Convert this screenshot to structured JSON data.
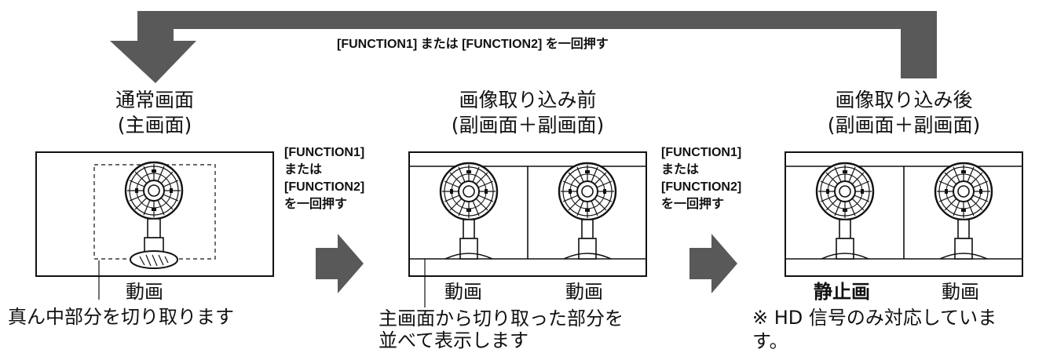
{
  "loop_label": "[FUNCTION1] または [FUNCTION2] を一回押す",
  "panels": [
    {
      "title_line1": "通常画面",
      "title_line2": "(主画面)",
      "video_label": "動画",
      "callout": "真ん中部分を切り取ります"
    },
    {
      "title_line1": "画像取り込み前",
      "title_line2": "(副画面＋副画面)",
      "left_label": "動画",
      "right_label": "動画",
      "callout_line1": "主画面から切り取った部分を",
      "callout_line2": "並べて表示します"
    },
    {
      "title_line1": "画像取り込み後",
      "title_line2": "(副画面＋副画面)",
      "left_label": "静止画",
      "right_label": "動画",
      "note_line1": "※ HD 信号のみ対応していま",
      "note_line2": "す。"
    }
  ],
  "steps": [
    {
      "line1": "[FUNCTION1]",
      "line2": "または",
      "line3": "[FUNCTION2]",
      "line4": "を一回押す"
    },
    {
      "line1": "[FUNCTION1]",
      "line2": "または",
      "line3": "[FUNCTION2]",
      "line4": "を一回押す"
    }
  ],
  "colors": {
    "arrow_gray": "#595959",
    "line": "#111111"
  }
}
